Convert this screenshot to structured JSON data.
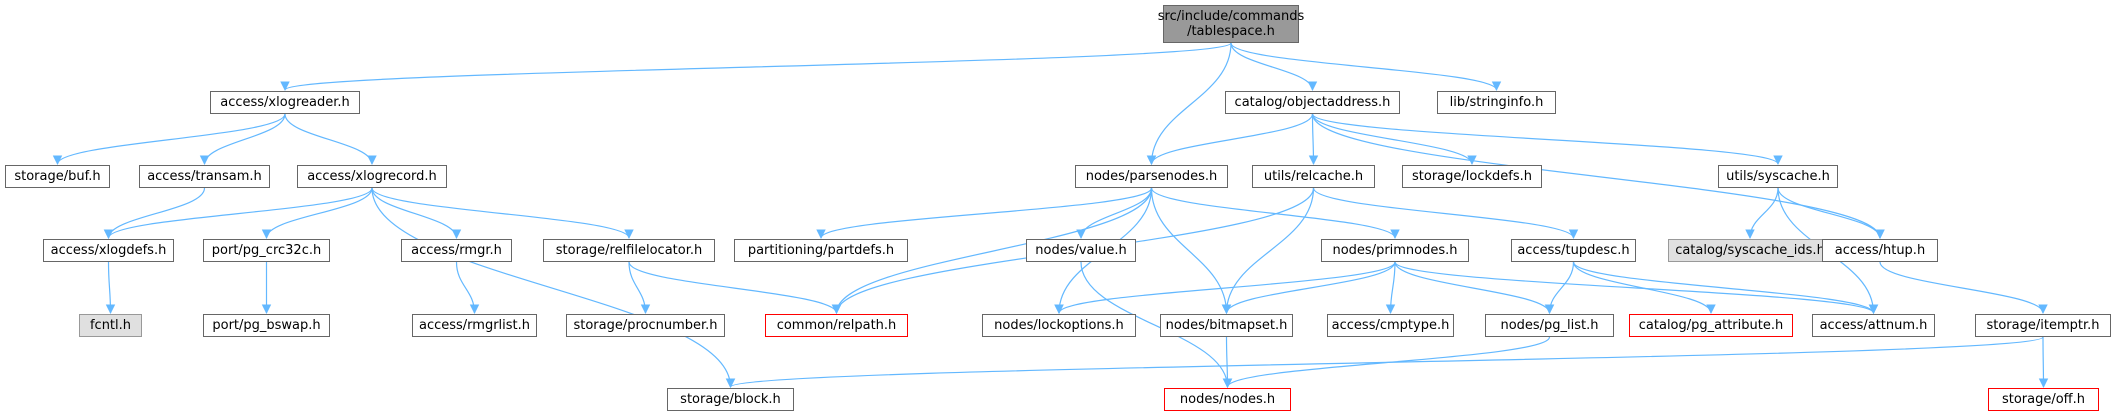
{
  "colors": {
    "edge": "#63b8ff",
    "node_border": "#666666",
    "root_fill": "#999999",
    "missing_border": "#ff0000",
    "system_fill": "#e0e0e0"
  },
  "nodes": {
    "tablespace": {
      "label": "src/include/commands\n/tablespace.h",
      "kind": "root"
    },
    "xlogreader": {
      "label": "access/xlogreader.h",
      "kind": "normal"
    },
    "objectaddress": {
      "label": "catalog/objectaddress.h",
      "kind": "normal"
    },
    "stringinfo": {
      "label": "lib/stringinfo.h",
      "kind": "normal"
    },
    "buf": {
      "label": "storage/buf.h",
      "kind": "normal"
    },
    "transam": {
      "label": "access/transam.h",
      "kind": "normal"
    },
    "xlogrecord": {
      "label": "access/xlogrecord.h",
      "kind": "normal"
    },
    "parsenodes": {
      "label": "nodes/parsenodes.h",
      "kind": "normal"
    },
    "relcache": {
      "label": "utils/relcache.h",
      "kind": "normal"
    },
    "lockdefs": {
      "label": "storage/lockdefs.h",
      "kind": "normal"
    },
    "syscache": {
      "label": "utils/syscache.h",
      "kind": "normal"
    },
    "xlogdefs": {
      "label": "access/xlogdefs.h",
      "kind": "normal"
    },
    "crc32c": {
      "label": "port/pg_crc32c.h",
      "kind": "normal"
    },
    "rmgr": {
      "label": "access/rmgr.h",
      "kind": "normal"
    },
    "relfilelocator": {
      "label": "storage/relfilelocator.h",
      "kind": "normal"
    },
    "partdefs": {
      "label": "partitioning/partdefs.h",
      "kind": "normal"
    },
    "value": {
      "label": "nodes/value.h",
      "kind": "normal"
    },
    "primnodes": {
      "label": "nodes/primnodes.h",
      "kind": "normal"
    },
    "tupdesc": {
      "label": "access/tupdesc.h",
      "kind": "normal"
    },
    "syscache_ids": {
      "label": "catalog/syscache_ids.h",
      "kind": "system"
    },
    "htup": {
      "label": "access/htup.h",
      "kind": "normal"
    },
    "fcntl": {
      "label": "fcntl.h",
      "kind": "system"
    },
    "bswap": {
      "label": "port/pg_bswap.h",
      "kind": "normal"
    },
    "rmgrlist": {
      "label": "access/rmgrlist.h",
      "kind": "normal"
    },
    "procnumber": {
      "label": "storage/procnumber.h",
      "kind": "normal"
    },
    "relpath": {
      "label": "common/relpath.h",
      "kind": "missing"
    },
    "lockoptions": {
      "label": "nodes/lockoptions.h",
      "kind": "normal"
    },
    "bitmapset": {
      "label": "nodes/bitmapset.h",
      "kind": "normal"
    },
    "cmptype": {
      "label": "access/cmptype.h",
      "kind": "normal"
    },
    "pg_list": {
      "label": "nodes/pg_list.h",
      "kind": "normal"
    },
    "pg_attribute": {
      "label": "catalog/pg_attribute.h",
      "kind": "missing"
    },
    "attnum": {
      "label": "access/attnum.h",
      "kind": "normal"
    },
    "itemptr": {
      "label": "storage/itemptr.h",
      "kind": "normal"
    },
    "block": {
      "label": "storage/block.h",
      "kind": "normal"
    },
    "nodes": {
      "label": "nodes/nodes.h",
      "kind": "missing"
    },
    "off": {
      "label": "storage/off.h",
      "kind": "missing"
    }
  },
  "edges": [
    [
      "tablespace",
      "xlogreader"
    ],
    [
      "tablespace",
      "objectaddress"
    ],
    [
      "tablespace",
      "stringinfo"
    ],
    [
      "tablespace",
      "parsenodes"
    ],
    [
      "xlogreader",
      "buf"
    ],
    [
      "xlogreader",
      "transam"
    ],
    [
      "xlogreader",
      "xlogrecord"
    ],
    [
      "transam",
      "xlogdefs"
    ],
    [
      "xlogrecord",
      "xlogdefs"
    ],
    [
      "xlogrecord",
      "crc32c"
    ],
    [
      "xlogrecord",
      "rmgr"
    ],
    [
      "xlogrecord",
      "relfilelocator"
    ],
    [
      "xlogrecord",
      "block"
    ],
    [
      "xlogdefs",
      "fcntl"
    ],
    [
      "crc32c",
      "bswap"
    ],
    [
      "rmgr",
      "rmgrlist"
    ],
    [
      "relfilelocator",
      "procnumber"
    ],
    [
      "relfilelocator",
      "relpath"
    ],
    [
      "objectaddress",
      "parsenodes"
    ],
    [
      "objectaddress",
      "relcache"
    ],
    [
      "objectaddress",
      "lockdefs"
    ],
    [
      "objectaddress",
      "syscache"
    ],
    [
      "objectaddress",
      "htup"
    ],
    [
      "parsenodes",
      "partdefs"
    ],
    [
      "parsenodes",
      "value"
    ],
    [
      "parsenodes",
      "primnodes"
    ],
    [
      "parsenodes",
      "relpath"
    ],
    [
      "parsenodes",
      "lockoptions"
    ],
    [
      "parsenodes",
      "bitmapset"
    ],
    [
      "relcache",
      "relpath"
    ],
    [
      "relcache",
      "tupdesc"
    ],
    [
      "relcache",
      "bitmapset"
    ],
    [
      "syscache",
      "syscache_ids"
    ],
    [
      "syscache",
      "htup"
    ],
    [
      "syscache",
      "attnum"
    ],
    [
      "value",
      "nodes"
    ],
    [
      "primnodes",
      "lockoptions"
    ],
    [
      "primnodes",
      "bitmapset"
    ],
    [
      "primnodes",
      "cmptype"
    ],
    [
      "primnodes",
      "pg_list"
    ],
    [
      "primnodes",
      "attnum"
    ],
    [
      "tupdesc",
      "pg_list"
    ],
    [
      "tupdesc",
      "pg_attribute"
    ],
    [
      "tupdesc",
      "attnum"
    ],
    [
      "htup",
      "itemptr"
    ],
    [
      "itemptr",
      "block"
    ],
    [
      "itemptr",
      "off"
    ],
    [
      "bitmapset",
      "nodes"
    ],
    [
      "pg_list",
      "nodes"
    ]
  ]
}
